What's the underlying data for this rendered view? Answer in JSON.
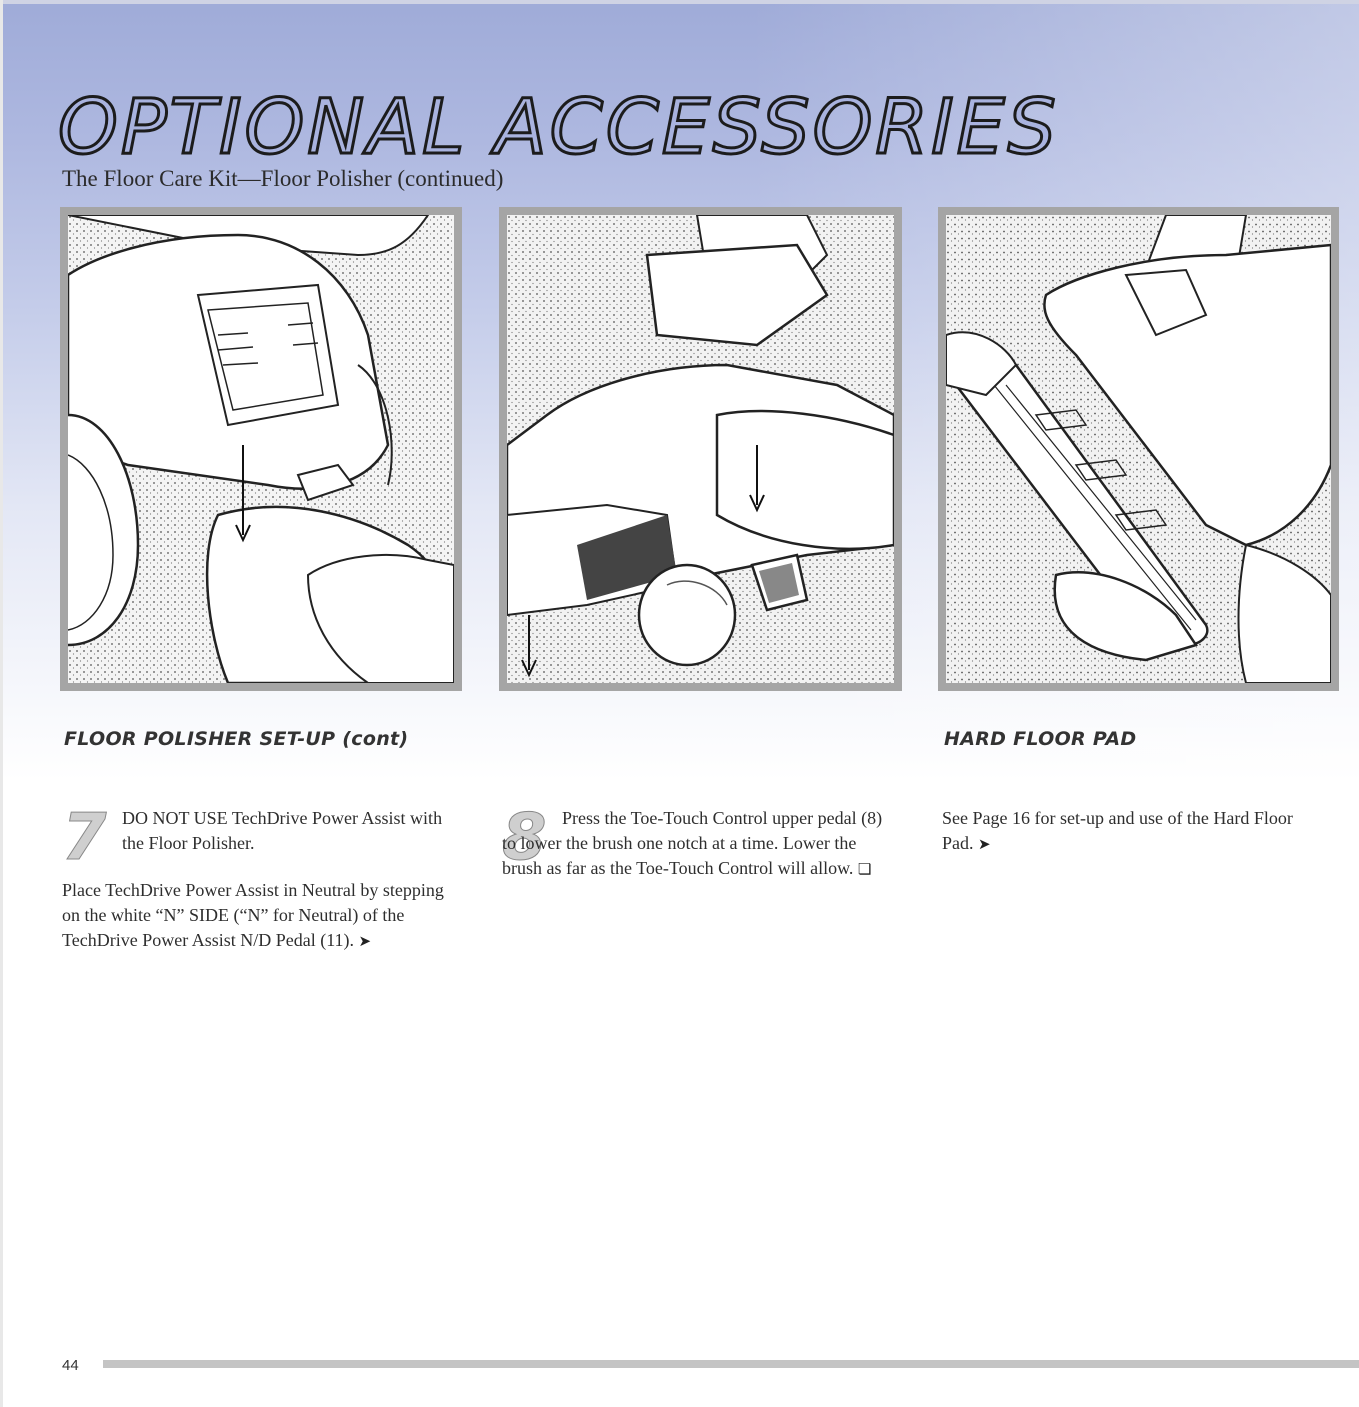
{
  "header": {
    "title": "OPTIONAL ACCESSORIES",
    "subtitle": "The Floor Care Kit—Floor Polisher (continued)"
  },
  "sections": {
    "polisher_heading": "FLOOR POLISHER SET-UP (cont)",
    "hardpad_heading": "HARD FLOOR PAD"
  },
  "steps": {
    "step7": {
      "number": "7",
      "lead": "DO NOT USE TechDrive Power Assist with the Floor Polisher.",
      "body": "Place TechDrive Power Assist in Neutral by stepping on the white “N” SIDE (“N” for Neutral) of the TechDrive Power Assist N/D Pedal (11).",
      "arrow": "➤"
    },
    "step8": {
      "number": "8",
      "text": "Press the Toe-Touch Control upper pedal (8) to lower the brush one notch at a time. Lower the brush as far as the Toe-Touch Control will allow.",
      "end_mark": "❏"
    },
    "hardpad": {
      "text": "See Page 16 for set-up and use of the Hard Floor Pad.",
      "arrow": "➤"
    }
  },
  "footer": {
    "page_number": "44"
  },
  "colors": {
    "header_band": "#a9b3df",
    "figure_border": "#a5a5a5",
    "footer_rule": "#c4c4c4"
  }
}
